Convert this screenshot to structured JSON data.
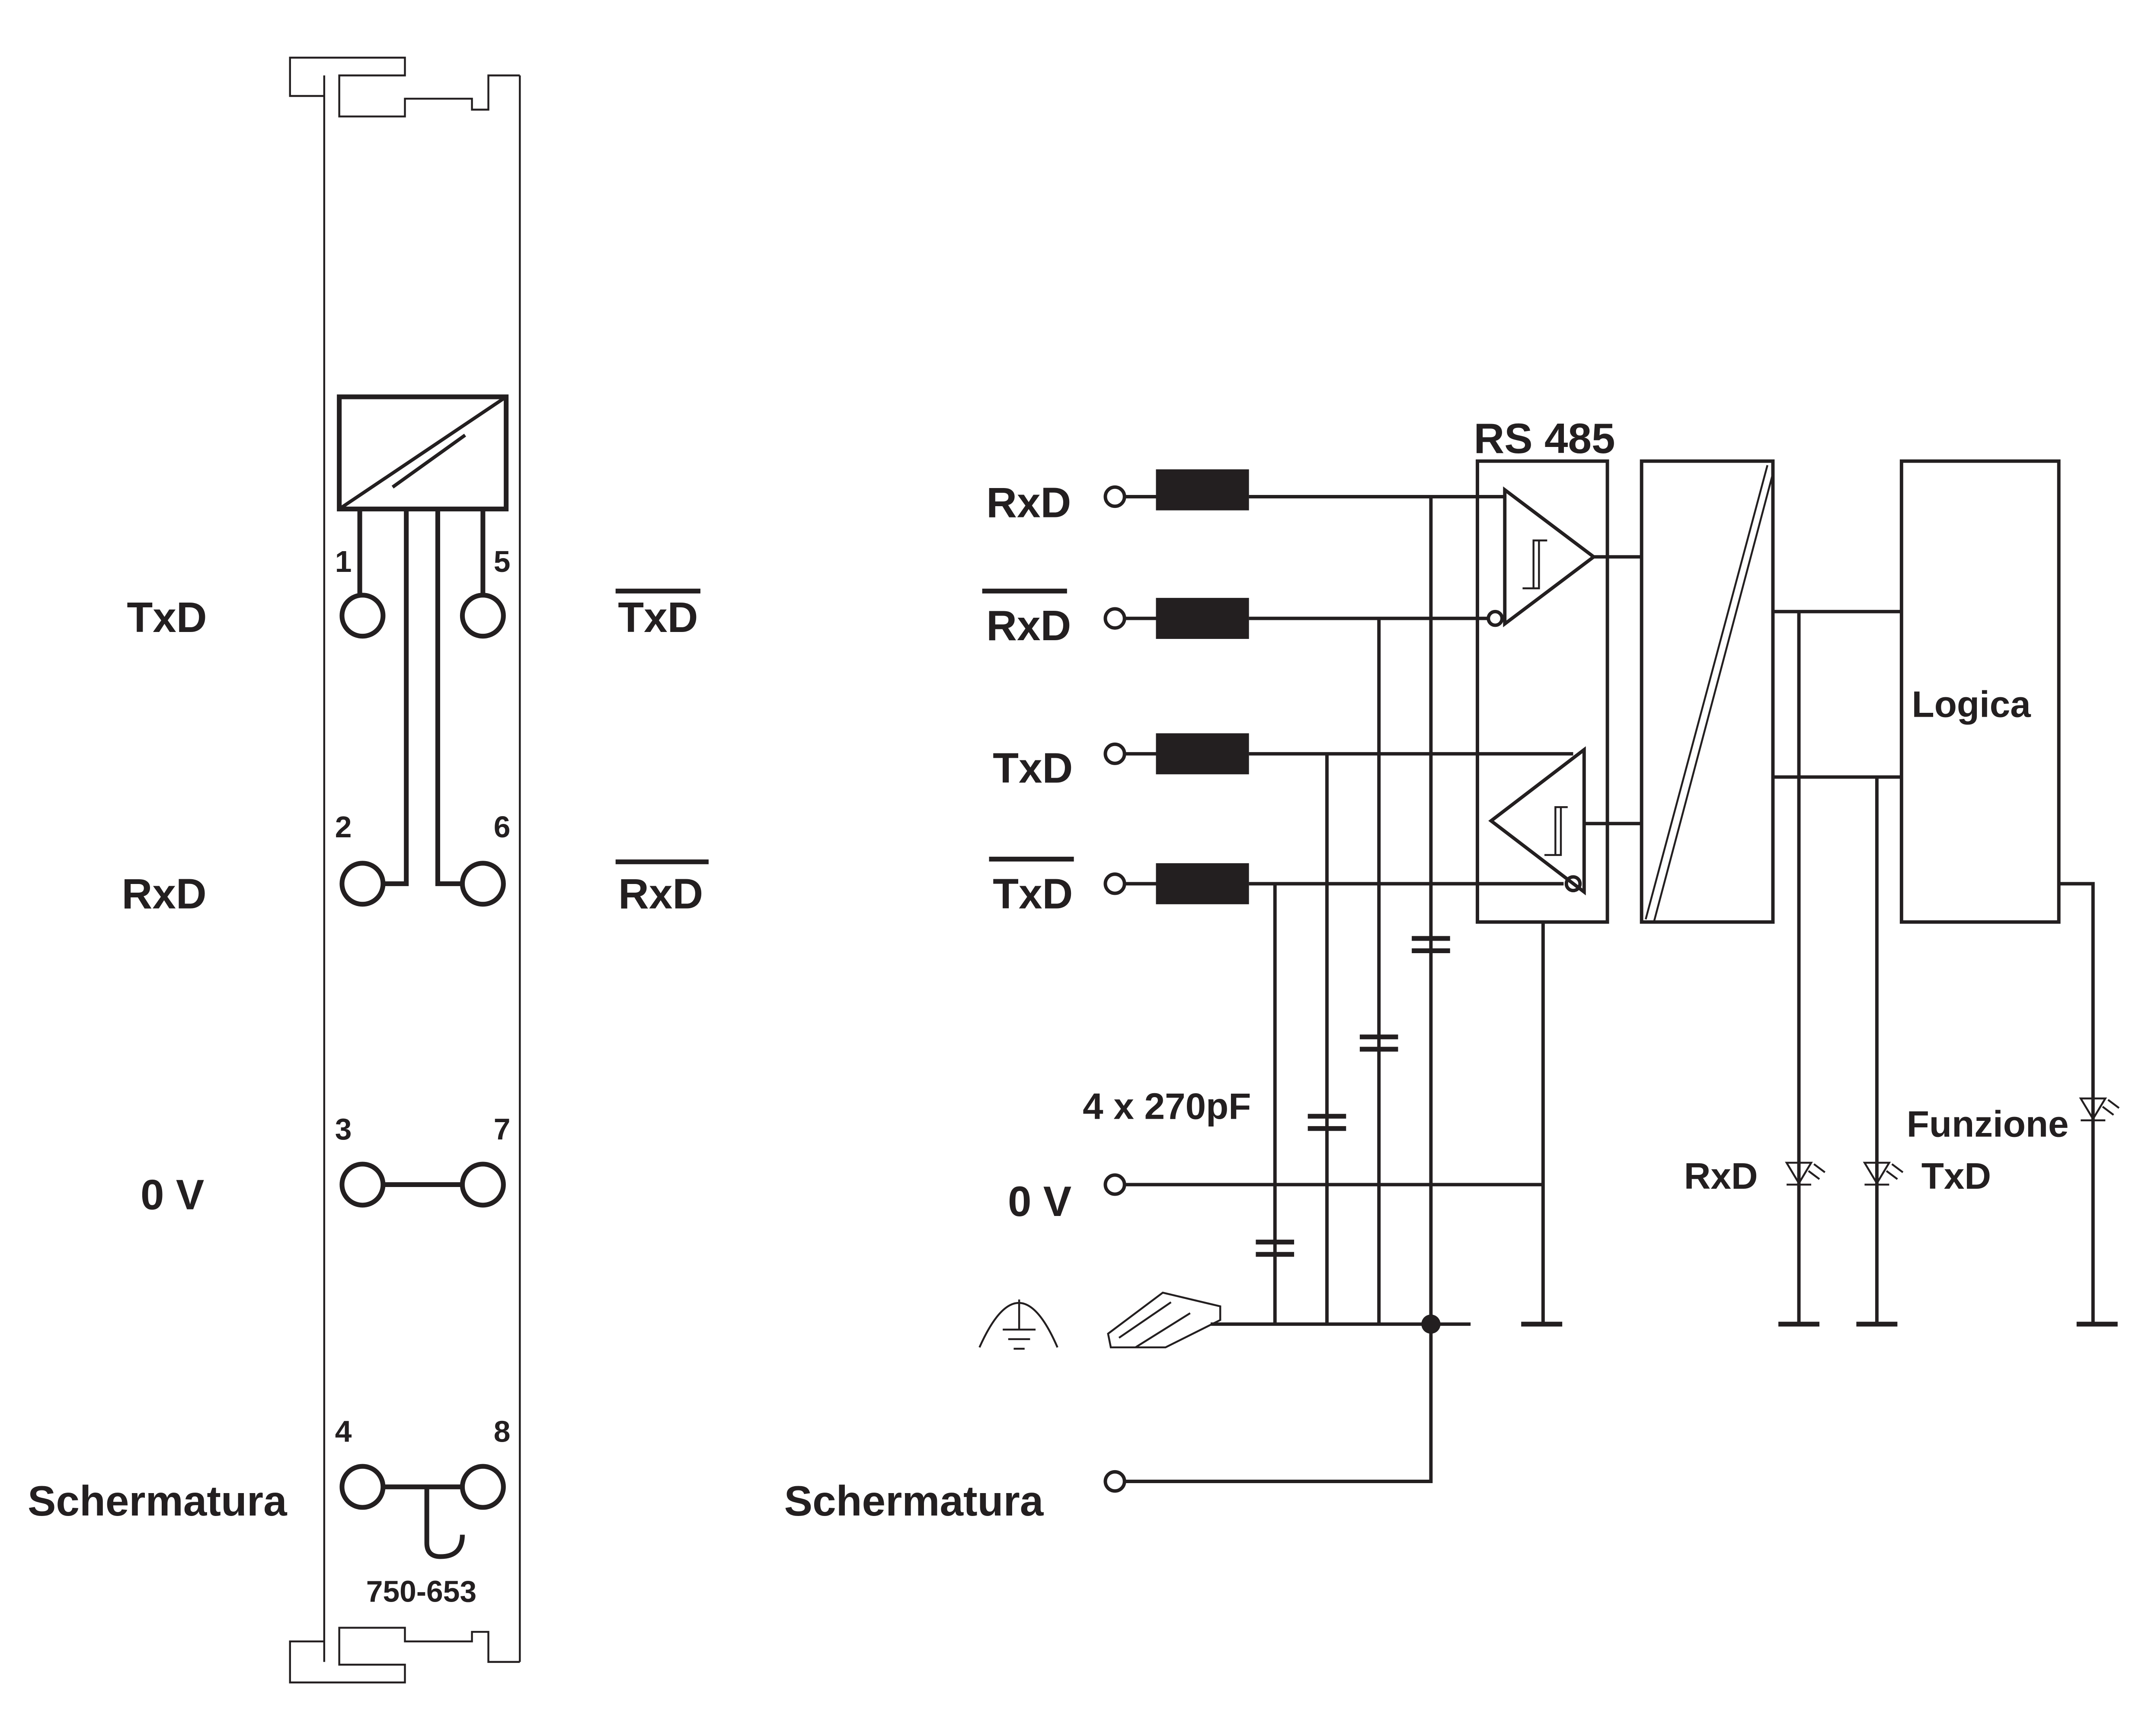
{
  "module": {
    "part_number": "750-653",
    "labels_left": [
      "TxD",
      "RxD",
      "0 V",
      "Schermatura"
    ],
    "labels_right": [
      "TxD",
      "RxD"
    ],
    "terminal_numbers": [
      "1",
      "5",
      "2",
      "6",
      "3",
      "7",
      "4",
      "8"
    ]
  },
  "schematic": {
    "inputs": [
      "RxD",
      "RxD",
      "TxD",
      "TxD",
      "0 V",
      "Schermatura"
    ],
    "transceiver_label": "RS 485",
    "capacitors_label": "4 x 270pF",
    "logic_label": "Logica",
    "leds": [
      "RxD",
      "TxD",
      "Funzione"
    ]
  }
}
